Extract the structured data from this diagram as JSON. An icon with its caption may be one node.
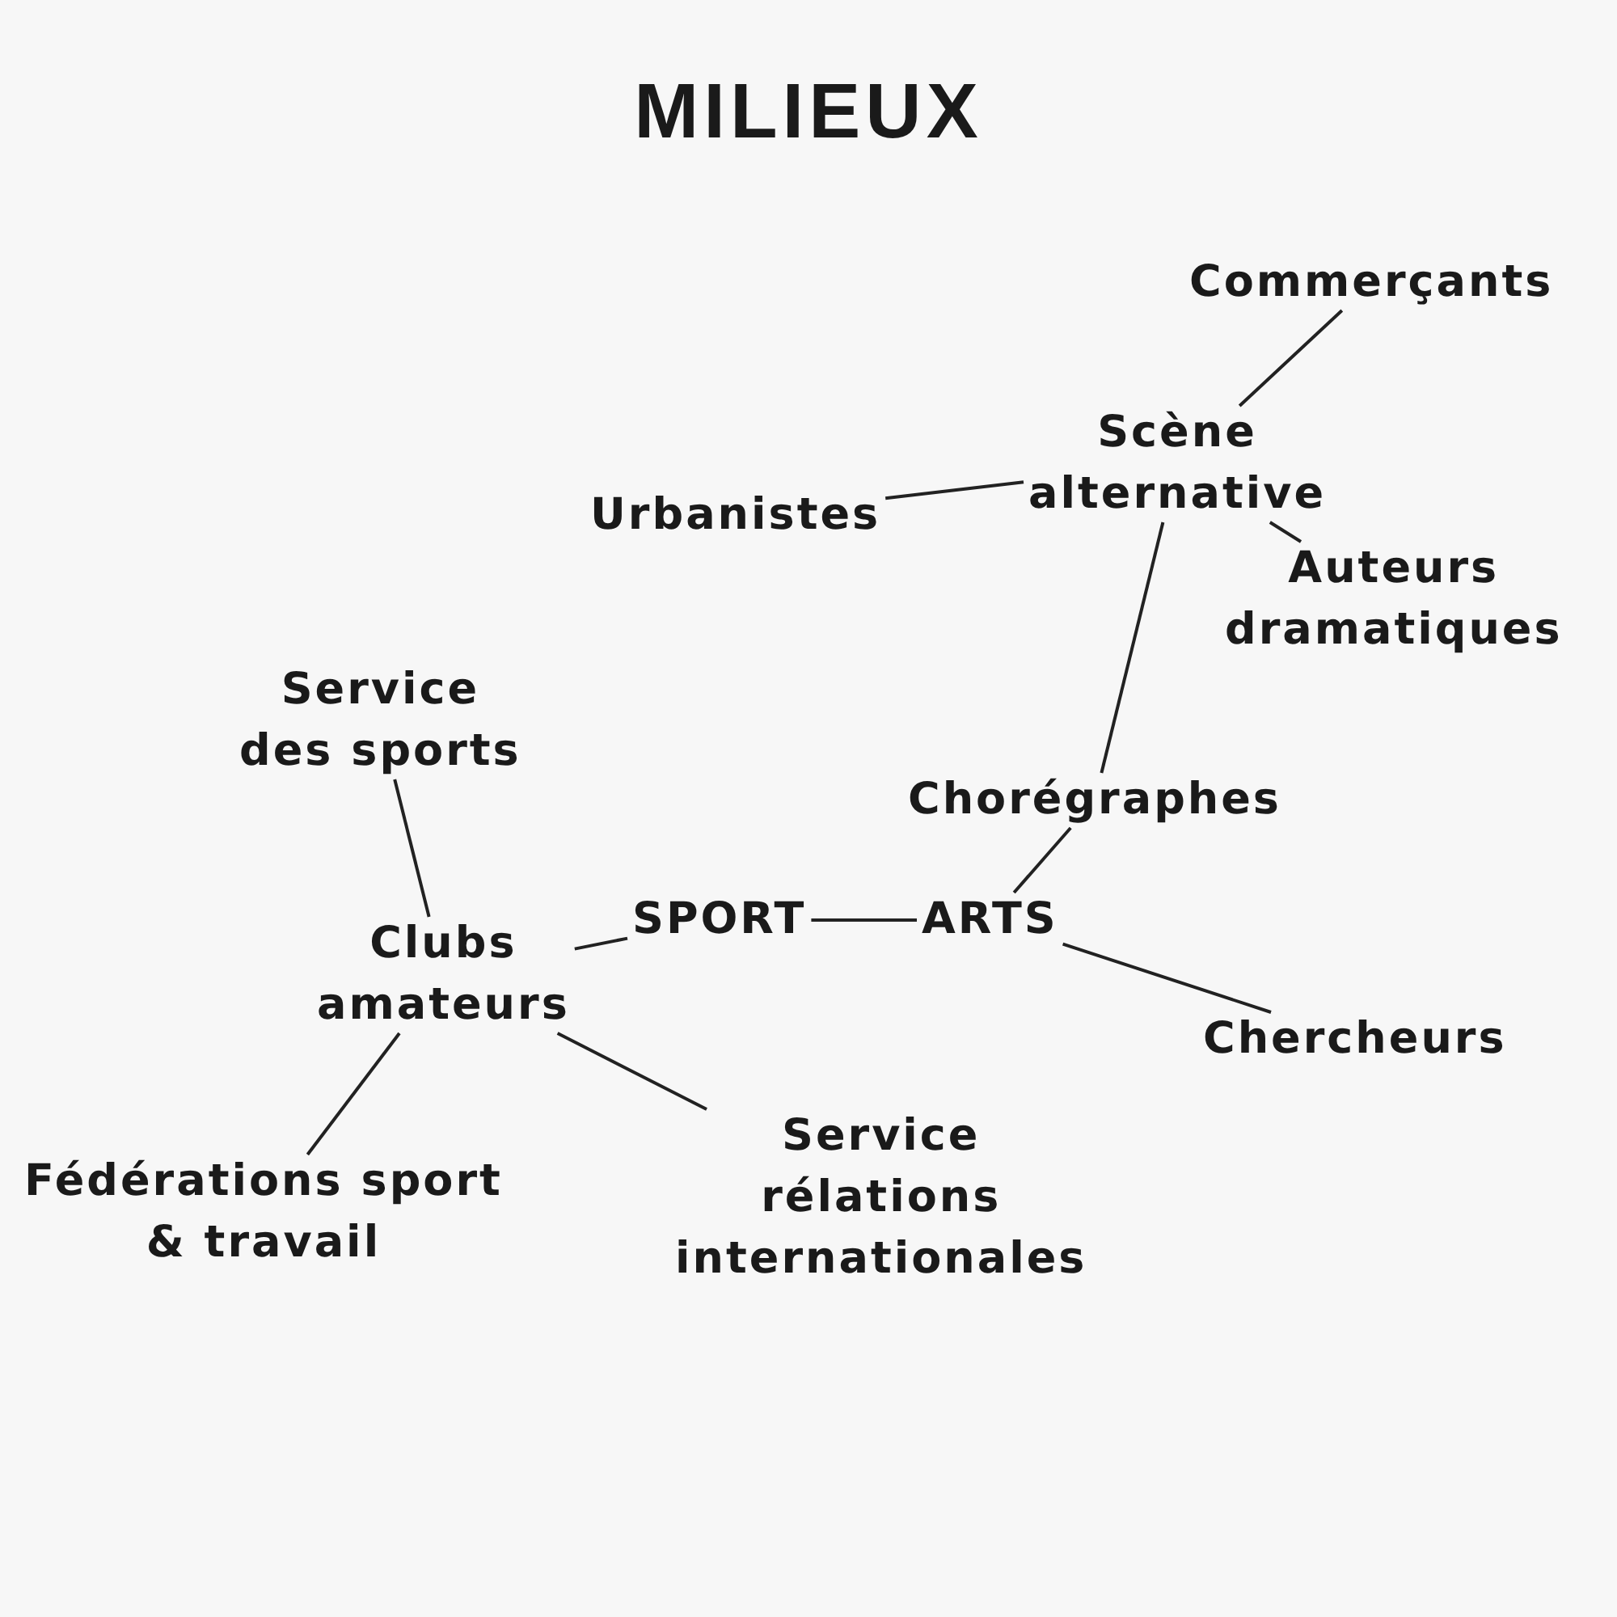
{
  "diagram": {
    "title": "MILIEUX",
    "nodes": [
      {
        "text": [
          "Commerçants"
        ]
      },
      {
        "text": [
          "Scène alternative"
        ]
      },
      {
        "text": [
          "Urbanistes"
        ]
      },
      {
        "text": [
          "Auteurs dramatiques"
        ]
      },
      {
        "text": [
          "Service des sports"
        ]
      },
      {
        "text": [
          "Chorégraphes"
        ]
      },
      {
        "text": [
          "Clubs amateurs"
        ]
      },
      {
        "text": [
          "SPORT"
        ]
      },
      {
        "text": [
          "ARTS"
        ]
      },
      {
        "text": [
          "Chercheurs"
        ]
      },
      {
        "text": [
          "Fédérations sport & travail"
        ]
      },
      {
        "text": [
          "Service rélations internationales"
        ]
      }
    ],
    "edges": [
      {
        "from": 0,
        "to": 1,
        "arrow": "none"
      },
      {
        "from": 2,
        "to": 1,
        "arrow": "none"
      },
      {
        "from": 1,
        "to": 3,
        "arrow": "none"
      },
      {
        "from": 1,
        "to": 5,
        "arrow": "none"
      },
      {
        "from": 5,
        "to": 8,
        "arrow": "none"
      },
      {
        "from": 7,
        "to": 8,
        "arrow": "none"
      },
      {
        "from": 7,
        "to": 6,
        "arrow": "none"
      },
      {
        "from": 4,
        "to": 6,
        "arrow": "none"
      },
      {
        "from": 6,
        "to": 10,
        "arrow": "none"
      },
      {
        "from": 6,
        "to": 11,
        "arrow": "none"
      },
      {
        "from": 8,
        "to": 9,
        "arrow": "none"
      }
    ]
  }
}
